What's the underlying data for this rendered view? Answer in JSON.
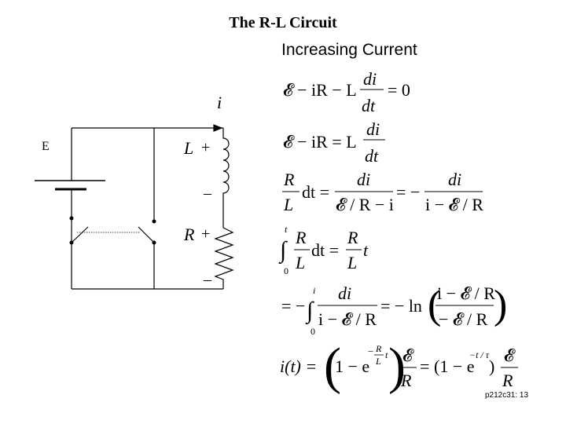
{
  "title": "The R-L Circuit",
  "heading": "Increasing Current",
  "footer": "p212c31: 13",
  "circuit": {
    "emf_symbol": "E",
    "current_label": "i",
    "inductor_label": "L",
    "resistor_label": "R",
    "plus_sign": "+",
    "minus_sign": "–"
  },
  "equations": {
    "eq1": {
      "lhs": "𝓔 − iR − L",
      "num": "di",
      "den": "dt",
      "rhs": "= 0"
    },
    "eq2": {
      "lhs": "𝓔 − iR = L",
      "num": "di",
      "den": "dt"
    },
    "eq3": {
      "f1_num": "R",
      "f1_den": "L",
      "mid1": "dt =",
      "f2_num": "di",
      "f2_den": "𝓔 / R − i",
      "mid2": "= −",
      "f3_num": "di",
      "f3_den": "i − 𝓔 / R"
    },
    "eq4": {
      "upper": "t",
      "lower": "0",
      "f1_num": "R",
      "f1_den": "L",
      "mid": "dt =",
      "f2_num": "R",
      "f2_den": "L",
      "tail": "t"
    },
    "eq5": {
      "lead": "= −",
      "upper": "i",
      "lower": "0",
      "f1_num": "di",
      "f1_den": "i − 𝓔 / R",
      "mid": "= − ln",
      "f2_num": "i − 𝓔 / R",
      "f2_den": "− 𝓔 / R"
    },
    "eq6": {
      "lhs": "i(t) =",
      "one": "1 − e",
      "exp_num": "R",
      "exp_den": "L",
      "exp_t": "t",
      "f1_num": "𝓔",
      "f1_den": "R",
      "eq": "=",
      "part2": "(1 − e",
      "exp2": "−t / τ",
      "close2": ")",
      "f2_num": "𝓔",
      "f2_den": "R"
    }
  }
}
